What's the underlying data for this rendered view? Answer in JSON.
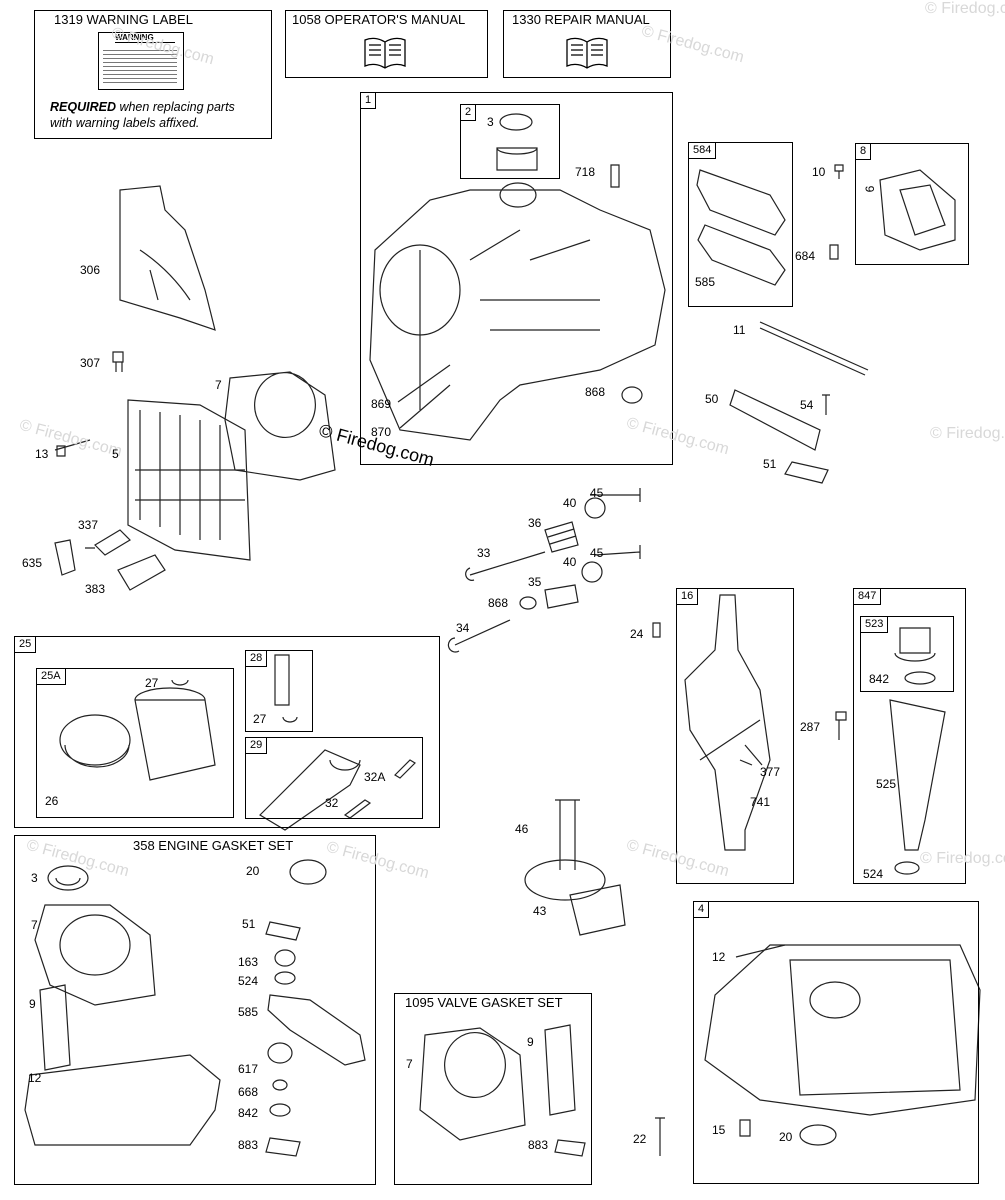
{
  "warning_label": {
    "title": "1319 WARNING LABEL",
    "decal_word": "WARNING",
    "note_bold": "REQUIRED",
    "note_rest": " when replacing parts",
    "note_line2": "with warning labels affixed."
  },
  "operators_manual": {
    "title": "1058 OPERATOR'S MANUAL"
  },
  "repair_manual": {
    "title": "1330 REPAIR MANUAL"
  },
  "engine_gasket_set": {
    "title": "358 ENGINE GASKET SET"
  },
  "valve_gasket_set": {
    "title": "1095 VALVE GASKET SET"
  },
  "group_tags": {
    "g1": "1",
    "g2": "2",
    "g584": "584",
    "g8": "8",
    "g25": "25",
    "g25a": "25A",
    "g28": "28",
    "g29": "29",
    "g16": "16",
    "g847": "847",
    "g523": "523",
    "g4": "4"
  },
  "watermark": {
    "main": "© Firedog.com",
    "faint": "© Firedog.com"
  },
  "part_numbers": {
    "p3a": "3",
    "p718": "718",
    "p306": "306",
    "p307": "307",
    "p7a": "7",
    "p13": "13",
    "p5": "5",
    "p869": "869",
    "p870": "870",
    "p868a": "868",
    "p337": "337",
    "p635": "635",
    "p383": "383",
    "p10": "10",
    "p9a": "9",
    "p684": "684",
    "p585a": "585",
    "p11": "11",
    "p50": "50",
    "p54": "54",
    "p51a": "51",
    "p40a": "40",
    "p45a": "45",
    "p36": "36",
    "p33": "33",
    "p40b": "40",
    "p45b": "45",
    "p35": "35",
    "p868b": "868",
    "p34": "34",
    "p27a": "27",
    "p26": "26",
    "p27b": "27",
    "p32a": "32A",
    "p32": "32",
    "p24": "24",
    "p377": "377",
    "p741": "741",
    "p287": "287",
    "p842a": "842",
    "p525": "525",
    "p524a": "524",
    "p46": "46",
    "p43": "43",
    "g3": "3",
    "g20": "20",
    "g7": "7",
    "g51": "51",
    "g163": "163",
    "g524": "524",
    "g9": "9",
    "g585": "585",
    "g12": "12",
    "g617": "617",
    "g668": "668",
    "g842": "842",
    "g883": "883",
    "v7": "7",
    "v9": "9",
    "v883": "883",
    "p12": "12",
    "p22": "22",
    "p15": "15",
    "p20": "20"
  }
}
